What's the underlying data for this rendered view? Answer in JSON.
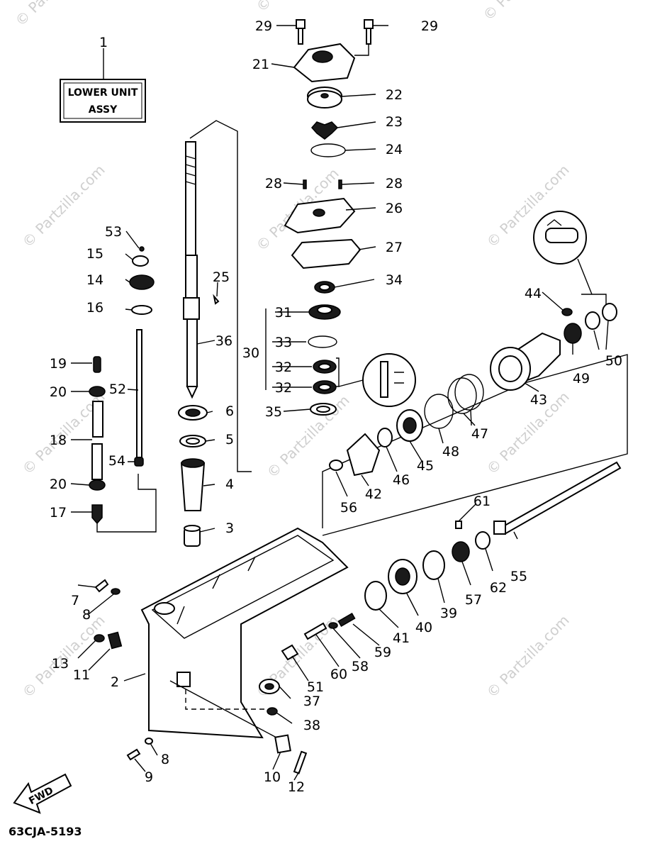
{
  "assembly_box": {
    "line1": "LOWER UNIT",
    "line2": "ASSY"
  },
  "direction_arrow": {
    "label": "FWD"
  },
  "diagram_code": "63CJA-5193",
  "watermark": "© Partzilla.com",
  "callouts": {
    "c1": "1",
    "c2": "2",
    "c3": "3",
    "c4": "4",
    "c5": "5",
    "c6": "6",
    "c7": "7",
    "c8a": "8",
    "c8b": "8",
    "c9": "9",
    "c10": "10",
    "c11": "11",
    "c12": "12",
    "c13": "13",
    "c14": "14",
    "c15": "15",
    "c16": "16",
    "c17": "17",
    "c18": "18",
    "c19": "19",
    "c20a": "20",
    "c20b": "20",
    "c21": "21",
    "c22": "22",
    "c23": "23",
    "c24": "24",
    "c25": "25",
    "c26": "26",
    "c27": "27",
    "c28a": "28",
    "c28b": "28",
    "c29a": "29",
    "c29b": "29",
    "c30": "30",
    "c31": "31",
    "c32a": "32",
    "c32b": "32",
    "c33": "33",
    "c34": "34",
    "c35": "35",
    "c36": "36",
    "c37": "37",
    "c38": "38",
    "c39": "39",
    "c40": "40",
    "c41": "41",
    "c42": "42",
    "c43": "43",
    "c44": "44",
    "c45": "45",
    "c46": "46",
    "c47": "47",
    "c48": "48",
    "c49": "49",
    "c50": "50",
    "c51": "51",
    "c52": "52",
    "c53": "53",
    "c54": "54",
    "c55": "55",
    "c56": "56",
    "c57": "57",
    "c58": "58",
    "c59": "59",
    "c60": "60",
    "c61": "61",
    "c62": "62"
  }
}
